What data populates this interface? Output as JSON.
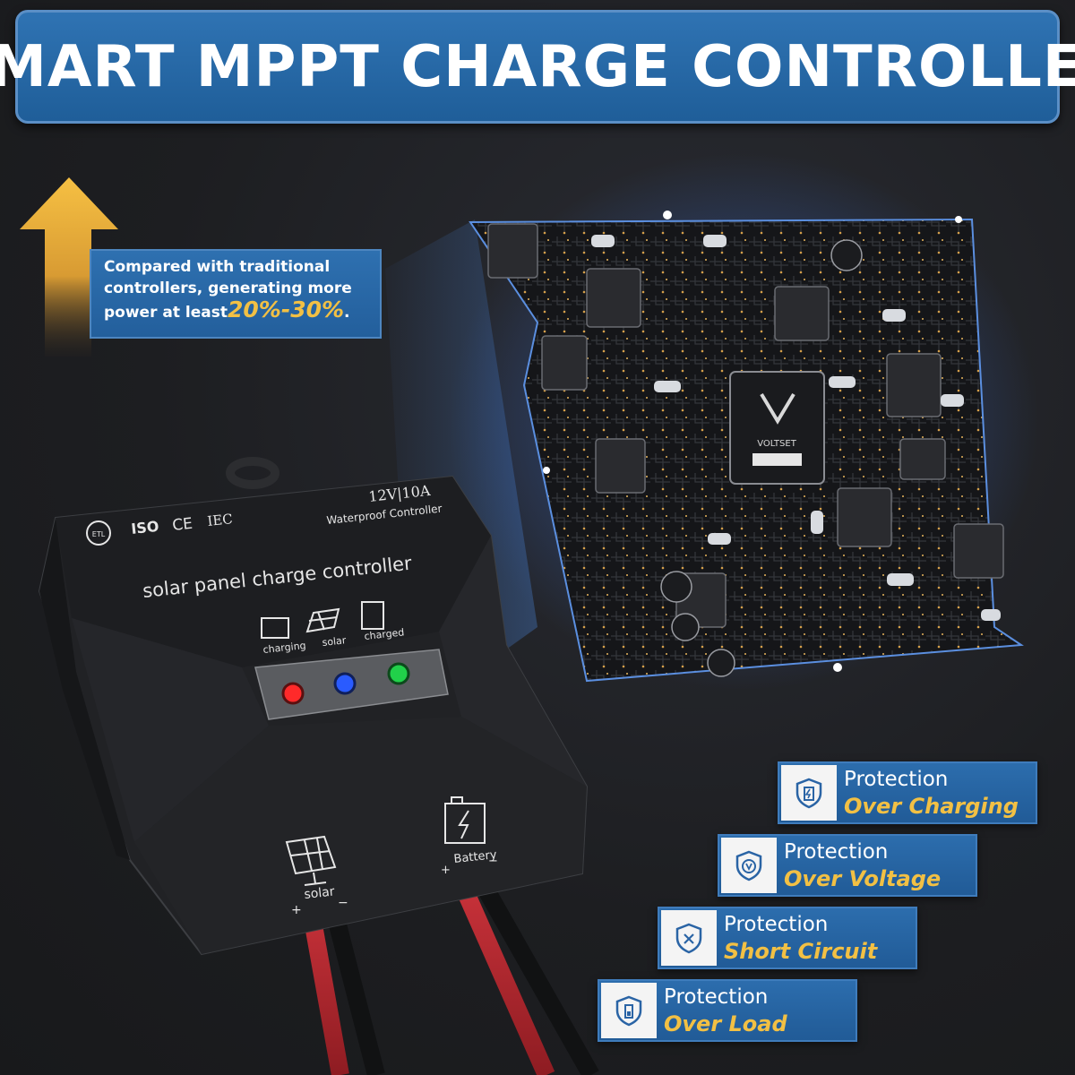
{
  "header": {
    "title": "SMART MPPT CHARGE CONTROLLER"
  },
  "callout": {
    "line1": "Compared with traditional",
    "line2": "controllers, generating more",
    "line3_prefix": "power at least",
    "highlight": "20%-30%",
    "suffix": "."
  },
  "chip": {
    "brand": "VOLTSET"
  },
  "device": {
    "rating": "12V|10A",
    "subtitle": "Waterproof Controller",
    "name": "solar panel charge controller",
    "cert_iso": "ISO",
    "cert_ce": "CE",
    "cert_iec": "IEC",
    "cert_etl": "ETL",
    "indicators": [
      {
        "label": "charging",
        "color": "#ff2a2a"
      },
      {
        "label": "solar",
        "color": "#2a5bff"
      },
      {
        "label": "charged",
        "color": "#21d14a"
      }
    ],
    "solar_port": "solar",
    "battery_port": "Battery",
    "plus": "+",
    "minus": "−"
  },
  "protections": [
    {
      "label": "Protection",
      "name": "Over Charging",
      "icon": "shield-battery-icon"
    },
    {
      "label": "Protection",
      "name": "Over Voltage",
      "icon": "shield-voltage-icon"
    },
    {
      "label": "Protection",
      "name": "Short Circuit",
      "icon": "shield-x-icon"
    },
    {
      "label": "Protection",
      "name": "Over Load",
      "icon": "shield-load-icon"
    }
  ],
  "colors": {
    "accent": "#2b6cad",
    "highlight": "#f2c044",
    "background": "#1f2023"
  }
}
